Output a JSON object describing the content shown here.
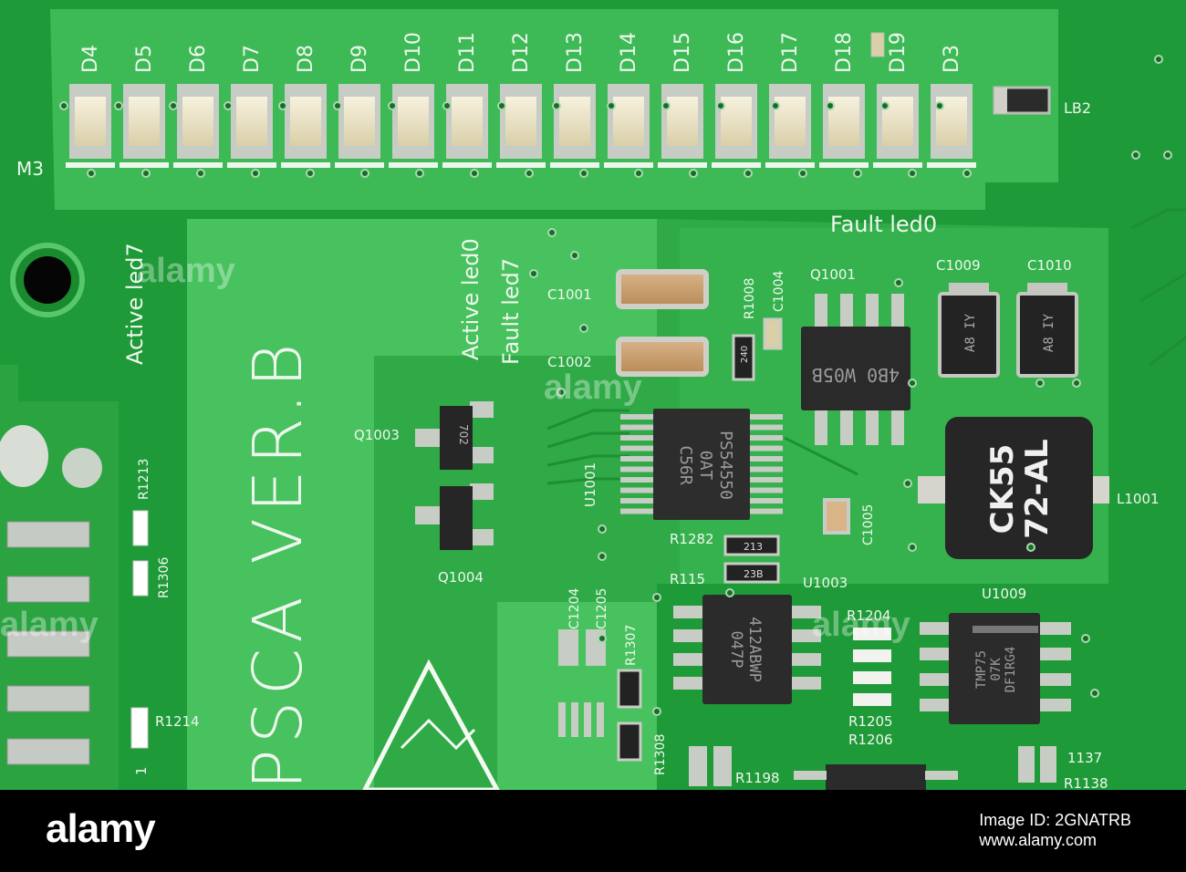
{
  "leds": [
    "D4",
    "D5",
    "D6",
    "D7",
    "D8",
    "D9",
    "D10",
    "D11",
    "D12",
    "D13",
    "D14",
    "D15",
    "D16",
    "D17",
    "D18",
    "D19",
    "D3"
  ],
  "labels": {
    "m3": "M3",
    "lb2": "LB2",
    "active_led7": "Active led7",
    "active_led0": "Active led0",
    "fault_led7": "Fault led7",
    "fault_led0": "Fault led0",
    "board_name": "PSCA VER.B",
    "c1001": "C1001",
    "c1002": "C1002",
    "r1008": "R1008",
    "c1004": "C1004",
    "q1001": "Q1001",
    "c1009": "C1009",
    "c1010": "C1010",
    "q1003": "Q1003",
    "q1004": "Q1004",
    "u1001": "U1001",
    "r1282": "R1282",
    "c1005": "C1005",
    "u1003": "U1003",
    "l1001": "L1001",
    "u1009": "U1009",
    "r1213": "R1213",
    "r1306": "R1306",
    "r1214": "R1214",
    "c1204": "C1204",
    "c1205": "C1205",
    "r1307": "R1307",
    "r1308": "R1308",
    "r1204": "R1204",
    "r1205": "R1205",
    "r1206": "R1206",
    "r1198": "R1198",
    "r1137": "1137",
    "r1138": "R1138",
    "r115": "R115",
    "num1": "1"
  },
  "chips": {
    "q1001_mark": "4B0 W05B",
    "u1001_mark_1": "PS54550",
    "u1001_mark_2": "0AT",
    "u1001_mark_3": "C56R",
    "l1001_mark_1": "CK55",
    "l1001_mark_2": "72-AL",
    "u1003_mark_1": "412ABWP",
    "u1003_mark_2": "047P",
    "u1009_mark_1": "TMP75",
    "u1009_mark_2": "07K",
    "u1009_mark_3": "DF1RG4",
    "cap_mark": "A8 IY",
    "r240": "240",
    "r213": "213",
    "r23b": "23B",
    "q702": "702"
  },
  "footer": {
    "logo": "alamy",
    "image_id_label": "Image ID: 2GNATRB",
    "site": "www.alamy.com"
  },
  "watermark": "alamy"
}
